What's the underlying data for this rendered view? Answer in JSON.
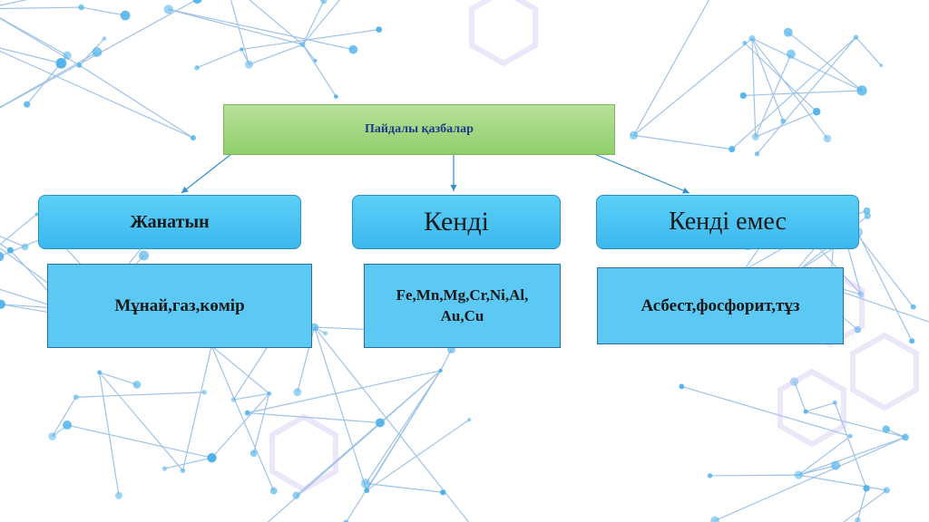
{
  "diagram": {
    "root": "Пайдалы қазбалар",
    "categories": [
      {
        "label": "Жанатын",
        "content": "Мұнай,газ,көмір"
      },
      {
        "label": "Кенді",
        "content": "Fe,Mn,Mg,Cr,Ni,Al, Au,Cu"
      },
      {
        "label": "Кенді емес",
        "content": "Асбест,фосфорит,тұз"
      }
    ]
  },
  "colors": {
    "root_fill": "#9ed67c",
    "category_fill": "#4cc4f2",
    "leaf_fill": "#5cc9f5",
    "arrow": "#2f8fd0",
    "root_text": "#1f3a8a"
  }
}
